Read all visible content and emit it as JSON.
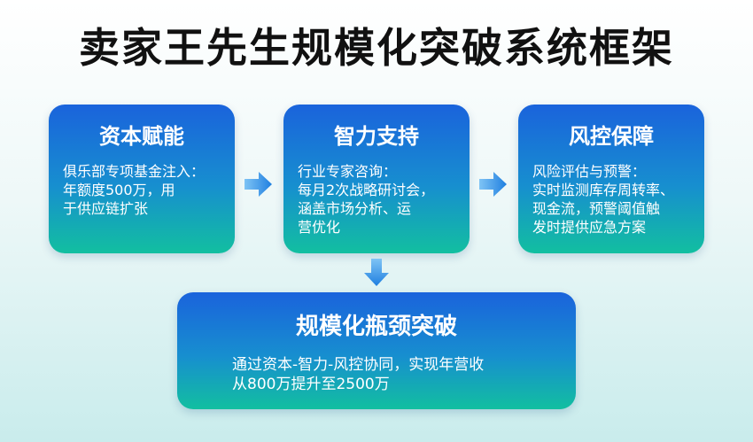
{
  "title": "卖家王先生规模化突破系统框架",
  "cards": {
    "capital": {
      "heading": "资本赋能",
      "lines": [
        "俱乐部专项基金注入：",
        "年额度500万，用",
        "于供应链扩张"
      ]
    },
    "intel": {
      "heading": "智力支持",
      "lines": [
        "行业专家咨询：",
        "每月2次战略研讨会，",
        "涵盖市场分析、运",
        "营优化"
      ]
    },
    "risk": {
      "heading": "风控保障",
      "lines": [
        "风险评估与预警：",
        "实时监测库存周转率、",
        "现金流，预警阈值触",
        "发时提供应急方案"
      ]
    },
    "result": {
      "heading": "规模化瓶颈突破",
      "lines": [
        "通过资本-智力-风控协同，实现年营收",
        "从800万提升至2500万"
      ]
    }
  },
  "colors": {
    "card_top": "#1a63dc",
    "card_bottom": "#12bfa0",
    "arrow": "#2f8fe8"
  },
  "icons": [
    "arrow-right-icon",
    "arrow-right-icon",
    "arrow-down-icon"
  ]
}
